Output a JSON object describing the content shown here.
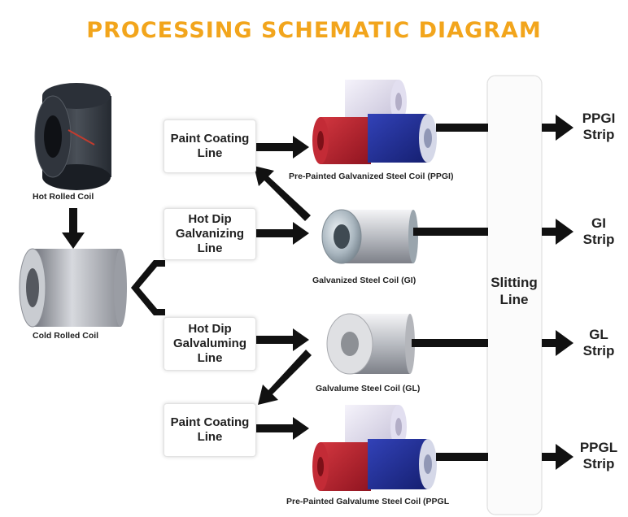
{
  "title": "PROCESSING SCHEMATIC DIAGRAM",
  "nodes": {
    "hot_rolled_coil": "Hot Rolled Coil",
    "cold_rolled_coil": "Cold Rolled Coil",
    "paint_coating_line_1": [
      "Paint Coating",
      "Line"
    ],
    "hot_dip_galvanizing": [
      "Hot Dip",
      "Galvanizing",
      "Line"
    ],
    "hot_dip_galvaluming": [
      "Hot Dip",
      "Galvaluming",
      "Line"
    ],
    "paint_coating_line_2": [
      "Paint Coating",
      "Line"
    ],
    "ppgi_coil": "Pre-Painted Galvanized Steel Coil (PPGI)",
    "gi_coil": "Galvanized Steel Coil (GI)",
    "gl_coil": "Galvalume Steel Coil (GL)",
    "ppgl_coil": "Pre-Painted Galvalume Steel Coil (PPGL",
    "slitting_line": [
      "Slitting",
      "Line"
    ]
  },
  "outputs": [
    [
      "PPGI",
      "Strip"
    ],
    [
      "GI",
      "Strip"
    ],
    [
      "GL",
      "Strip"
    ],
    [
      "PPGL",
      "Strip"
    ]
  ],
  "colors": {
    "title": "#f2a51c",
    "arrow": "#111111",
    "coil_red": "#b8202c",
    "coil_blue": "#1f2f9c",
    "coil_white": "#dcdce6"
  }
}
